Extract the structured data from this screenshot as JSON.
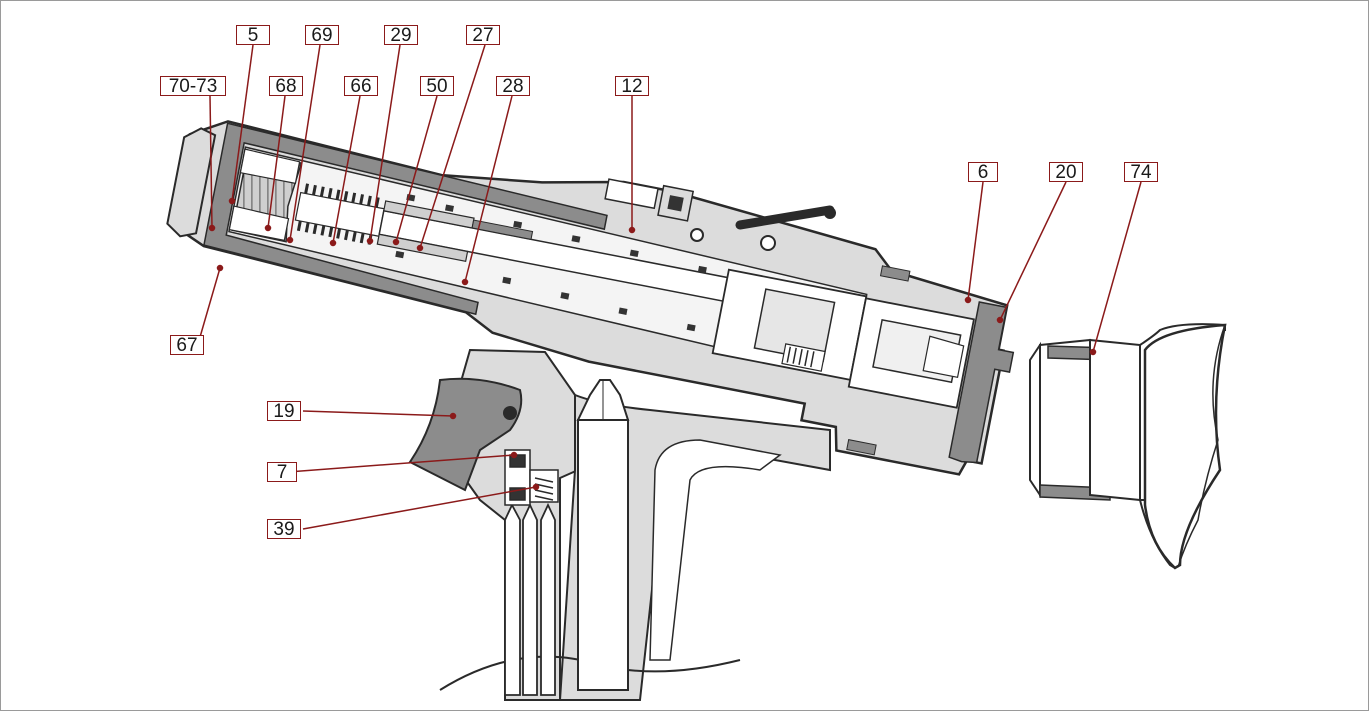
{
  "labels": {
    "l5": "5",
    "l69": "69",
    "l29": "29",
    "l27": "27",
    "l7073": "70-73",
    "l68": "68",
    "l66": "66",
    "l50": "50",
    "l28": "28",
    "l12": "12",
    "l6": "6",
    "l20": "20",
    "l74": "74",
    "l67": "67",
    "l19": "19",
    "l7": "7",
    "l39": "39"
  },
  "colors": {
    "body_fill": "#dcdcdc",
    "dark_fill": "#8c8c8c",
    "outline": "#2a2a2a",
    "callout": "#8b1a1a",
    "white": "#ffffff"
  }
}
